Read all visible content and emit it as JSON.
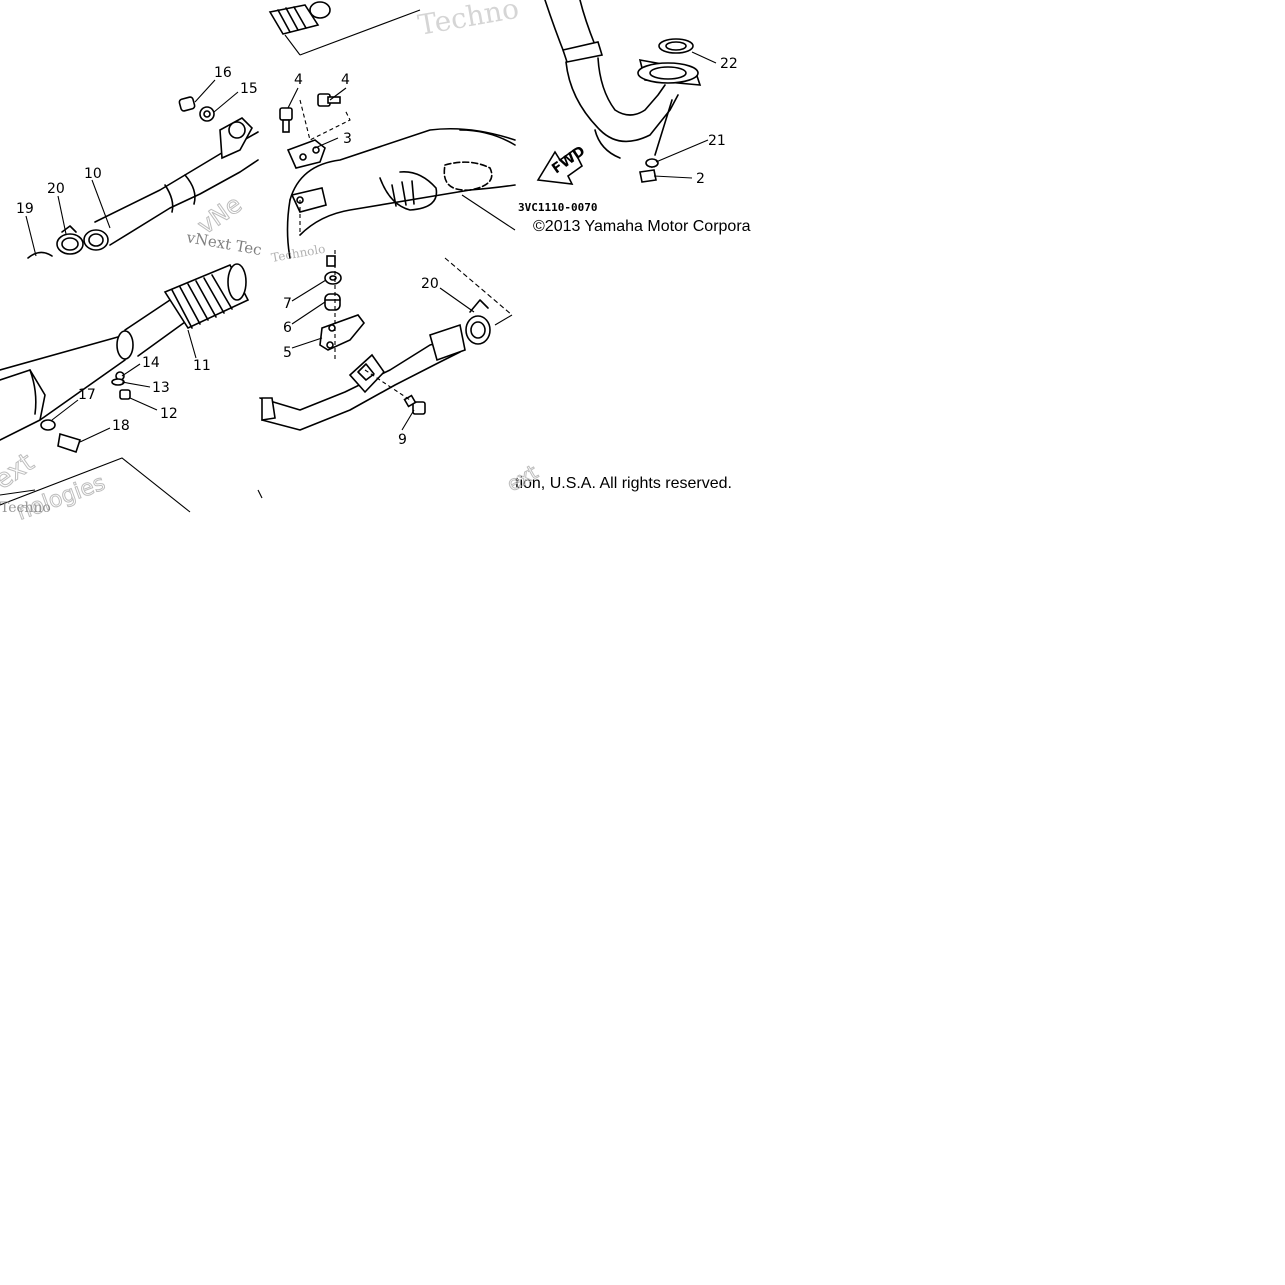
{
  "diagram": {
    "part_numbers": {
      "p2": "2",
      "p3": "3",
      "p4a": "4",
      "p4b": "4",
      "p5": "5",
      "p6": "6",
      "p7": "7",
      "p9": "9",
      "p10": "10",
      "p11": "11",
      "p12": "12",
      "p13": "13",
      "p14": "14",
      "p15": "15",
      "p16": "16",
      "p17": "17",
      "p18": "18",
      "p19": "19",
      "p20a": "20",
      "p20b": "20",
      "p21": "21",
      "p22": "22"
    },
    "arrow_label": "FWD",
    "drawing_code": "3VC1110-0070",
    "copyright_line1": "©2013 Yamaha Motor Corpora",
    "copyright_line2": "tion, U.S.A. All rights reserved.",
    "watermarks": [
      "Techno",
      "vNext Tec",
      "vNe",
      "ext",
      "nologies",
      "Techno",
      "Technolo",
      "ext"
    ]
  }
}
